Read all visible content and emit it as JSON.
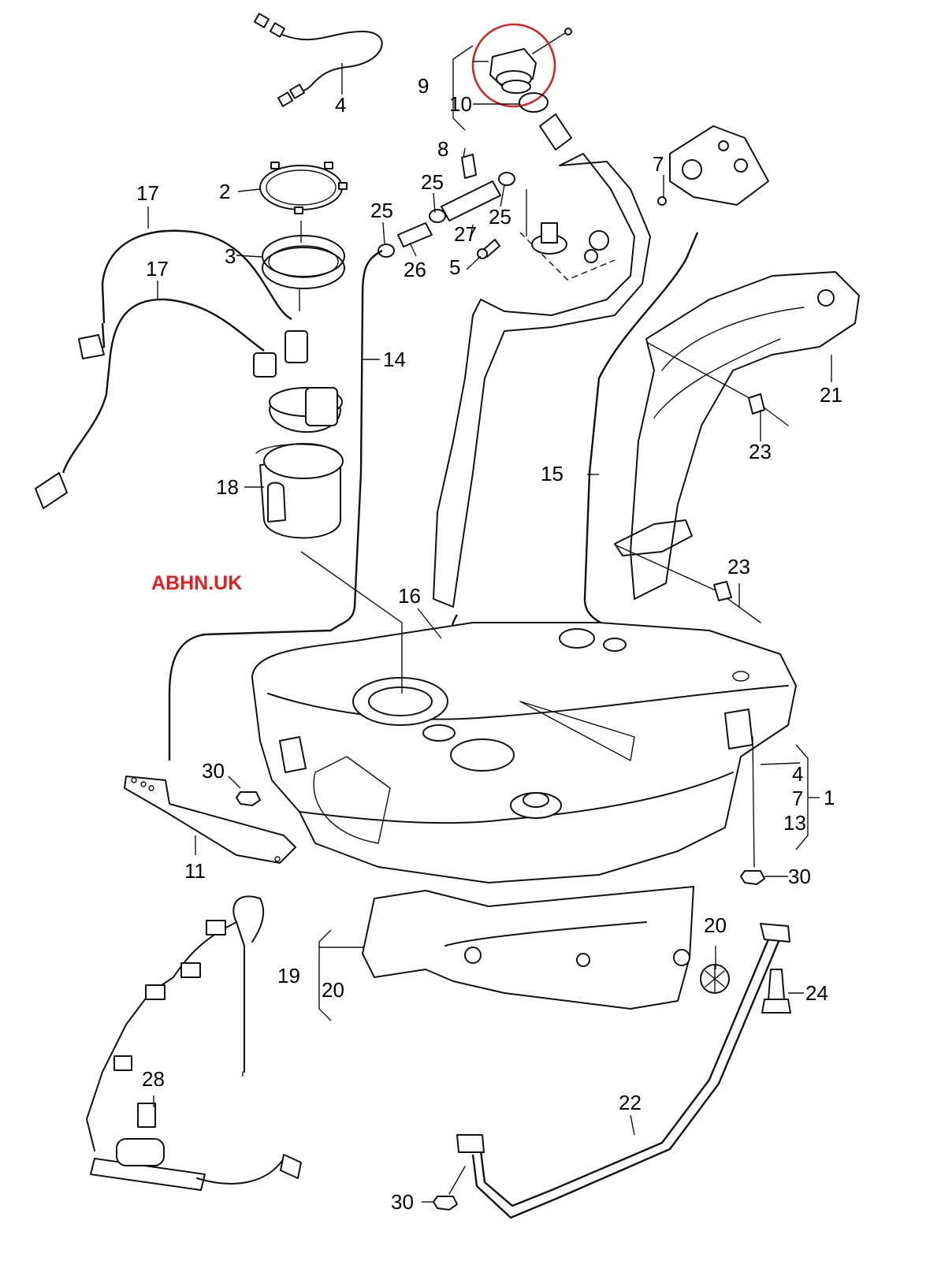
{
  "watermark": {
    "text": "ABHN.UK",
    "color": "#e02020"
  },
  "highlight": {
    "color": "#d42020"
  },
  "labels": {
    "p1": "1",
    "p2": "2",
    "p3": "3",
    "p4a": "4",
    "p4b": "4",
    "p5": "5",
    "p7a": "7",
    "p7b": "7",
    "p8": "8",
    "p9": "9",
    "p10": "10",
    "p11": "11",
    "p13": "13",
    "p14": "14",
    "p15": "15",
    "p16": "16",
    "p17a": "17",
    "p17b": "17",
    "p18": "18",
    "p19": "19",
    "p20a": "20",
    "p20b": "20",
    "p21": "21",
    "p22": "22",
    "p23a": "23",
    "p23b": "23",
    "p24": "24",
    "p25a": "25",
    "p25b": "25",
    "p25c": "25",
    "p26": "26",
    "p27": "27",
    "p28": "28",
    "p30a": "30",
    "p30b": "30",
    "p30c": "30"
  }
}
